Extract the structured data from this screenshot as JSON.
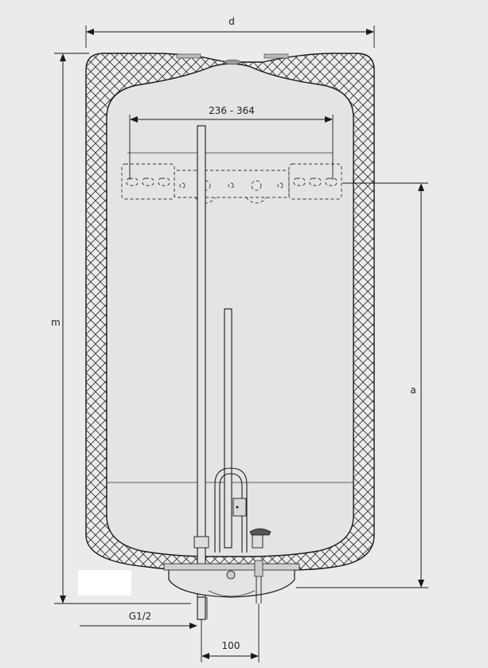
{
  "labels": {
    "width": "d",
    "height": "m",
    "mount_height": "a",
    "bracket_span": "236 - 364",
    "thread": "G1/2",
    "pipe_spacing": "100"
  },
  "colors": {
    "background": "#ebebeb",
    "tank_fill": "#e4e4e4",
    "line": "#1a1a1a",
    "insulation_hatch": "#333333"
  }
}
